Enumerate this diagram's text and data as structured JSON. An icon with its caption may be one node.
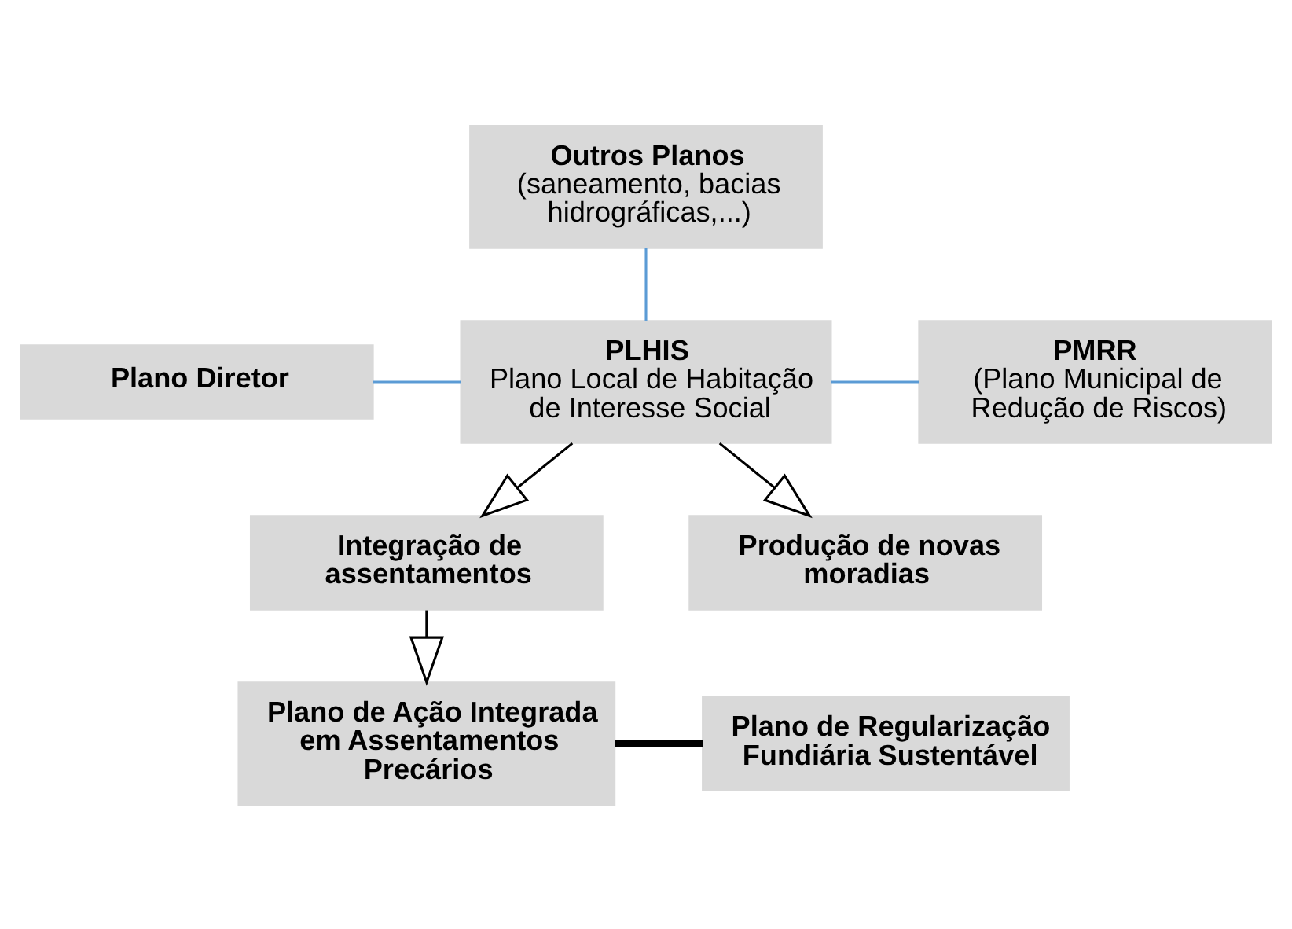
{
  "diagram": {
    "nodes": [
      {
        "text": [
          "Outros Planos",
          "(saneamento, bacias hidrográficas,...)"
        ]
      },
      {
        "text": [
          "PLHIS",
          "Plano Local de Habitação de Interesse Social"
        ]
      },
      {
        "text": [
          "Plano Diretor"
        ]
      },
      {
        "text": [
          "PMRR",
          "(Plano Municipal de Redução de Riscos)"
        ]
      },
      {
        "text": [
          "Integração de assentamentos"
        ]
      },
      {
        "text": [
          "Produção de novas moradias"
        ]
      },
      {
        "text": [
          "Plano de Ação Integrada em Assentamentos Precários"
        ]
      },
      {
        "text": [
          "Plano de Regularização Fundiária Sustentável"
        ]
      }
    ],
    "edges": [
      {
        "from": 0,
        "to": 1,
        "arrow": "none",
        "color": "#5b9bd5"
      },
      {
        "from": 2,
        "to": 1,
        "arrow": "none",
        "color": "#5b9bd5"
      },
      {
        "from": 1,
        "to": 3,
        "arrow": "none",
        "color": "#5b9bd5"
      },
      {
        "from": 1,
        "to": 4,
        "arrow": "to"
      },
      {
        "from": 1,
        "to": 5,
        "arrow": "to"
      },
      {
        "from": 4,
        "to": 6,
        "arrow": "to"
      },
      {
        "from": 6,
        "to": 7,
        "arrow": "none",
        "style": "thick"
      }
    ]
  }
}
